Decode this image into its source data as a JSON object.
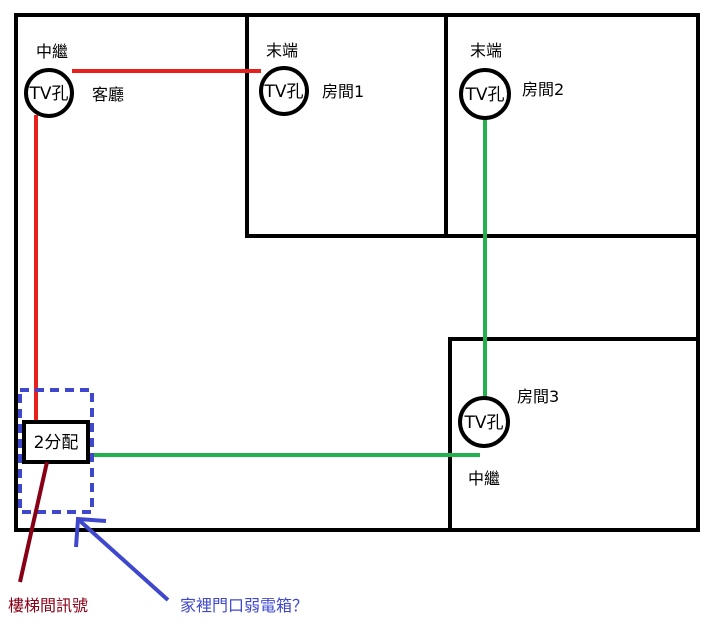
{
  "colors": {
    "wall": "#000000",
    "trunk_line": "#e8201c",
    "branch_line": "#22b14c",
    "box_outline": "#3f48cc",
    "stair_arrow": "#880015",
    "question_text": "#3f48cc"
  },
  "nodes": {
    "living": {
      "role": "中繼",
      "outlet": "TV孔",
      "room": "客廳"
    },
    "room1": {
      "role": "末端",
      "outlet": "TV孔",
      "room": "房間1"
    },
    "room2": {
      "role": "末端",
      "outlet": "TV孔",
      "room": "房間2"
    },
    "room3": {
      "role": "中繼",
      "outlet": "TV孔",
      "room": "房間3"
    }
  },
  "splitter": {
    "label": "2分配"
  },
  "annotations": {
    "stair_signal": "樓梯間訊號",
    "weak_box_question": "家裡門口弱電箱？"
  }
}
